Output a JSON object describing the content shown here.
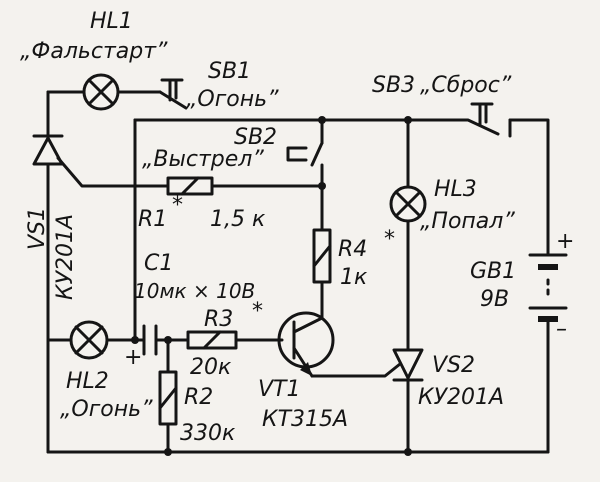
{
  "labels": {
    "hl1_ref": "HL1",
    "hl1_name": "„Фальстарт”",
    "sb1_ref": "SB1",
    "sb1_name": "„Огонь”",
    "sb2_ref": "SB2",
    "sb2_name": "„Выстрел”",
    "sb3_ref": "SB3",
    "sb3_name": "„Сброс”",
    "vs1_ref": "VS1",
    "vs1_type": "КУ201А",
    "r1_ref": "R1",
    "r1_star": "*",
    "r1_value": "1,5 к",
    "c1_ref": "C1",
    "c1_value": "10мк × 10В",
    "r3_ref": "R3",
    "r3_star": "*",
    "r3_value": "20к",
    "r4_ref": "R4",
    "r4_star": "*",
    "r4_value": "1к",
    "hl3_ref": "HL3",
    "hl3_name": "„Попал”",
    "gb1_ref": "GB1",
    "gb1_value": "9В",
    "hl2_ref": "HL2",
    "hl2_name": "„Огонь”",
    "r2_ref": "R2",
    "r2_value": "330к",
    "vt1_ref": "VT1",
    "vt1_type": "КТ315А",
    "vs2_ref": "VS2",
    "vs2_type": "КУ201А",
    "plus_cap": "+",
    "plus_bat": "+",
    "minus_bat": "–"
  }
}
